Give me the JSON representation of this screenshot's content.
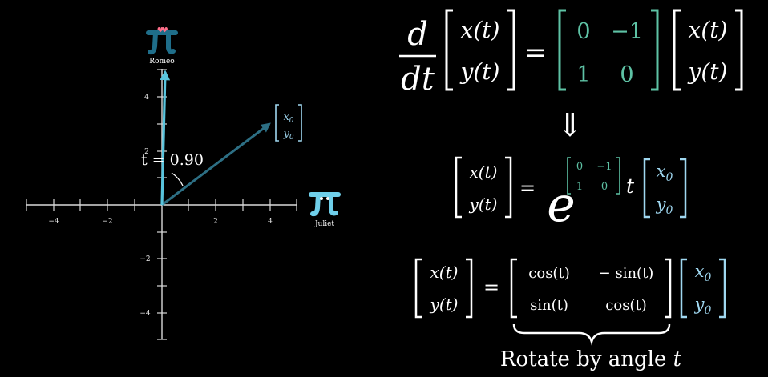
{
  "colors": {
    "background": "#000000",
    "axis": "#d9d9d9",
    "romeo_arrow": "#58c4dd",
    "juliet_arrow": "#2d6f84",
    "vector_bracket": "#9fd7f0",
    "matrix_teal": "#5ec2a5",
    "heart": "#ff6f8a",
    "text": "#ffffff"
  },
  "plot": {
    "x_ticks": [
      "−4",
      "−2",
      "2",
      "4"
    ],
    "y_ticks": [
      "4",
      "2",
      "−2",
      "−4"
    ],
    "time_label": "t = 0.90",
    "angle_arc": true
  },
  "characters": {
    "romeo": {
      "label": "Romeo",
      "icon": "pi-creature-romeo-icon"
    },
    "juliet": {
      "label": "Juliet",
      "icon": "pi-creature-juliet-icon"
    }
  },
  "state_vector": {
    "top": "x0",
    "bottom": "y0",
    "romeo_component": 4.9,
    "juliet_component": 0.1,
    "initial_vector": {
      "x": 4.0,
      "y": 3.0
    }
  },
  "equations": {
    "ode": {
      "lhs_derivative": "d/dt",
      "vector": [
        "x(t)",
        "y(t)"
      ],
      "matrix": [
        [
          "0",
          "−1"
        ],
        [
          "1",
          "0"
        ]
      ],
      "rhs_vector": [
        "x(t)",
        "y(t)"
      ]
    },
    "implies": "⇓",
    "exponential_solution": {
      "vector": [
        "x(t)",
        "y(t)"
      ],
      "base": "e",
      "exponent_matrix": [
        [
          "0",
          "−1"
        ],
        [
          "1",
          "0"
        ]
      ],
      "exponent_t": "t",
      "initial": [
        "x0",
        "y0"
      ]
    },
    "rotation_solution": {
      "vector": [
        "x(t)",
        "y(t)"
      ],
      "matrix": [
        [
          "cos(t)",
          "− sin(t)"
        ],
        [
          "sin(t)",
          "cos(t)"
        ]
      ],
      "initial": [
        "x0",
        "y0"
      ]
    },
    "brace_label": "Rotate by angle t"
  }
}
